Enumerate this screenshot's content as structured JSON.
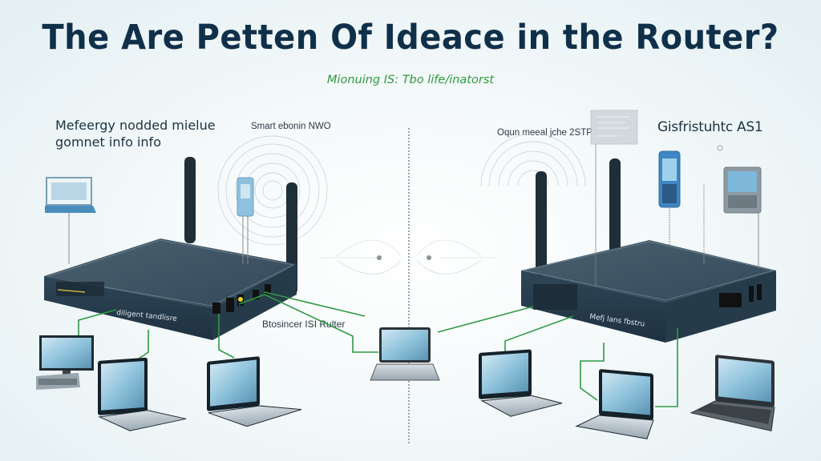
{
  "diagram": {
    "title": "The Are Petten Of Ideace in the Router?",
    "subtitle": "Mionuing IS: Tbo life/inatorst",
    "left_panel": {
      "heading_line1": "Mefeergy nodded mielue",
      "heading_line2": "gomnet info info",
      "wireless_label": "Smart ebonin NWO",
      "router_front_label": "diligent tandlisre",
      "router_caption": "Btosincer ISI Rulter",
      "devices": [
        "desktop-monitor",
        "smartphone",
        "desktop-computer",
        "laptop",
        "laptop"
      ]
    },
    "center": {
      "shared_laptop": "laptop"
    },
    "right_panel": {
      "heading": "Gisfristuhtc AS1",
      "wireless_label": "Oqun meeal jche 2STP",
      "router_front_label": "Mefj lans fbstru",
      "devices": [
        "info-panel",
        "smartphone",
        "tablet-device",
        "laptop",
        "laptop",
        "laptop"
      ]
    },
    "colors": {
      "title": "#10304a",
      "subtitle": "#2f9a3e",
      "cable": "#2e9a45",
      "router_body": "#2d4352",
      "router_top": "#3e5563",
      "antenna": "#1f2f38",
      "screen": "#8fc3dc"
    }
  }
}
